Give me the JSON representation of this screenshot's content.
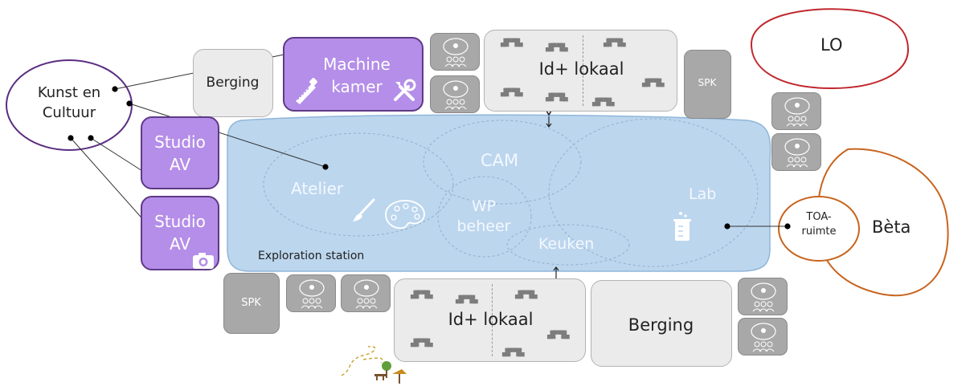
{
  "diagram": {
    "ellipses": {
      "kunst": "Kunst en Cultuur",
      "kunst_line1": "Kunst en",
      "kunst_line2": "Cultuur",
      "lo": "LO",
      "beta": "Bèta",
      "toa_line1": "TOA-",
      "toa_line2": "ruimte"
    },
    "rooms": {
      "berging_top": "Berging",
      "machine_line1": "Machine",
      "machine_line2": "kamer",
      "lokaal_top": "Id+ lokaal",
      "lokaal_bottom": "Id+ lokaal",
      "spk_right": "SPK",
      "spk_left": "SPK",
      "berging_bottom": "Berging",
      "studio1_line1": "Studio",
      "studio1_line2": "AV",
      "studio2_line1": "Studio",
      "studio2_line2": "AV"
    },
    "central": {
      "atelier": "Atelier",
      "cam": "CAM",
      "wp_line1": "WP",
      "wp_line2": "beheer",
      "lab": "Lab",
      "keuken": "Keuken",
      "exploration": "Exploration station"
    },
    "icons": [
      "saw-icon",
      "tools-icon",
      "brush-icon",
      "palette-icon",
      "beaker-icon",
      "camera-icon",
      "eye-icon",
      "desk-group-icon",
      "meeting-pod-icon",
      "park-icon"
    ],
    "colors": {
      "kunst_outline": "#5a2d82",
      "lo_outline": "#c0282d",
      "beta_outline": "#c8641e",
      "purple_room": "#b48ee8",
      "central_blue": "#bcd6ee",
      "grey_room": "#ebebeb",
      "dark_grey_room": "#a8a8a8"
    }
  }
}
